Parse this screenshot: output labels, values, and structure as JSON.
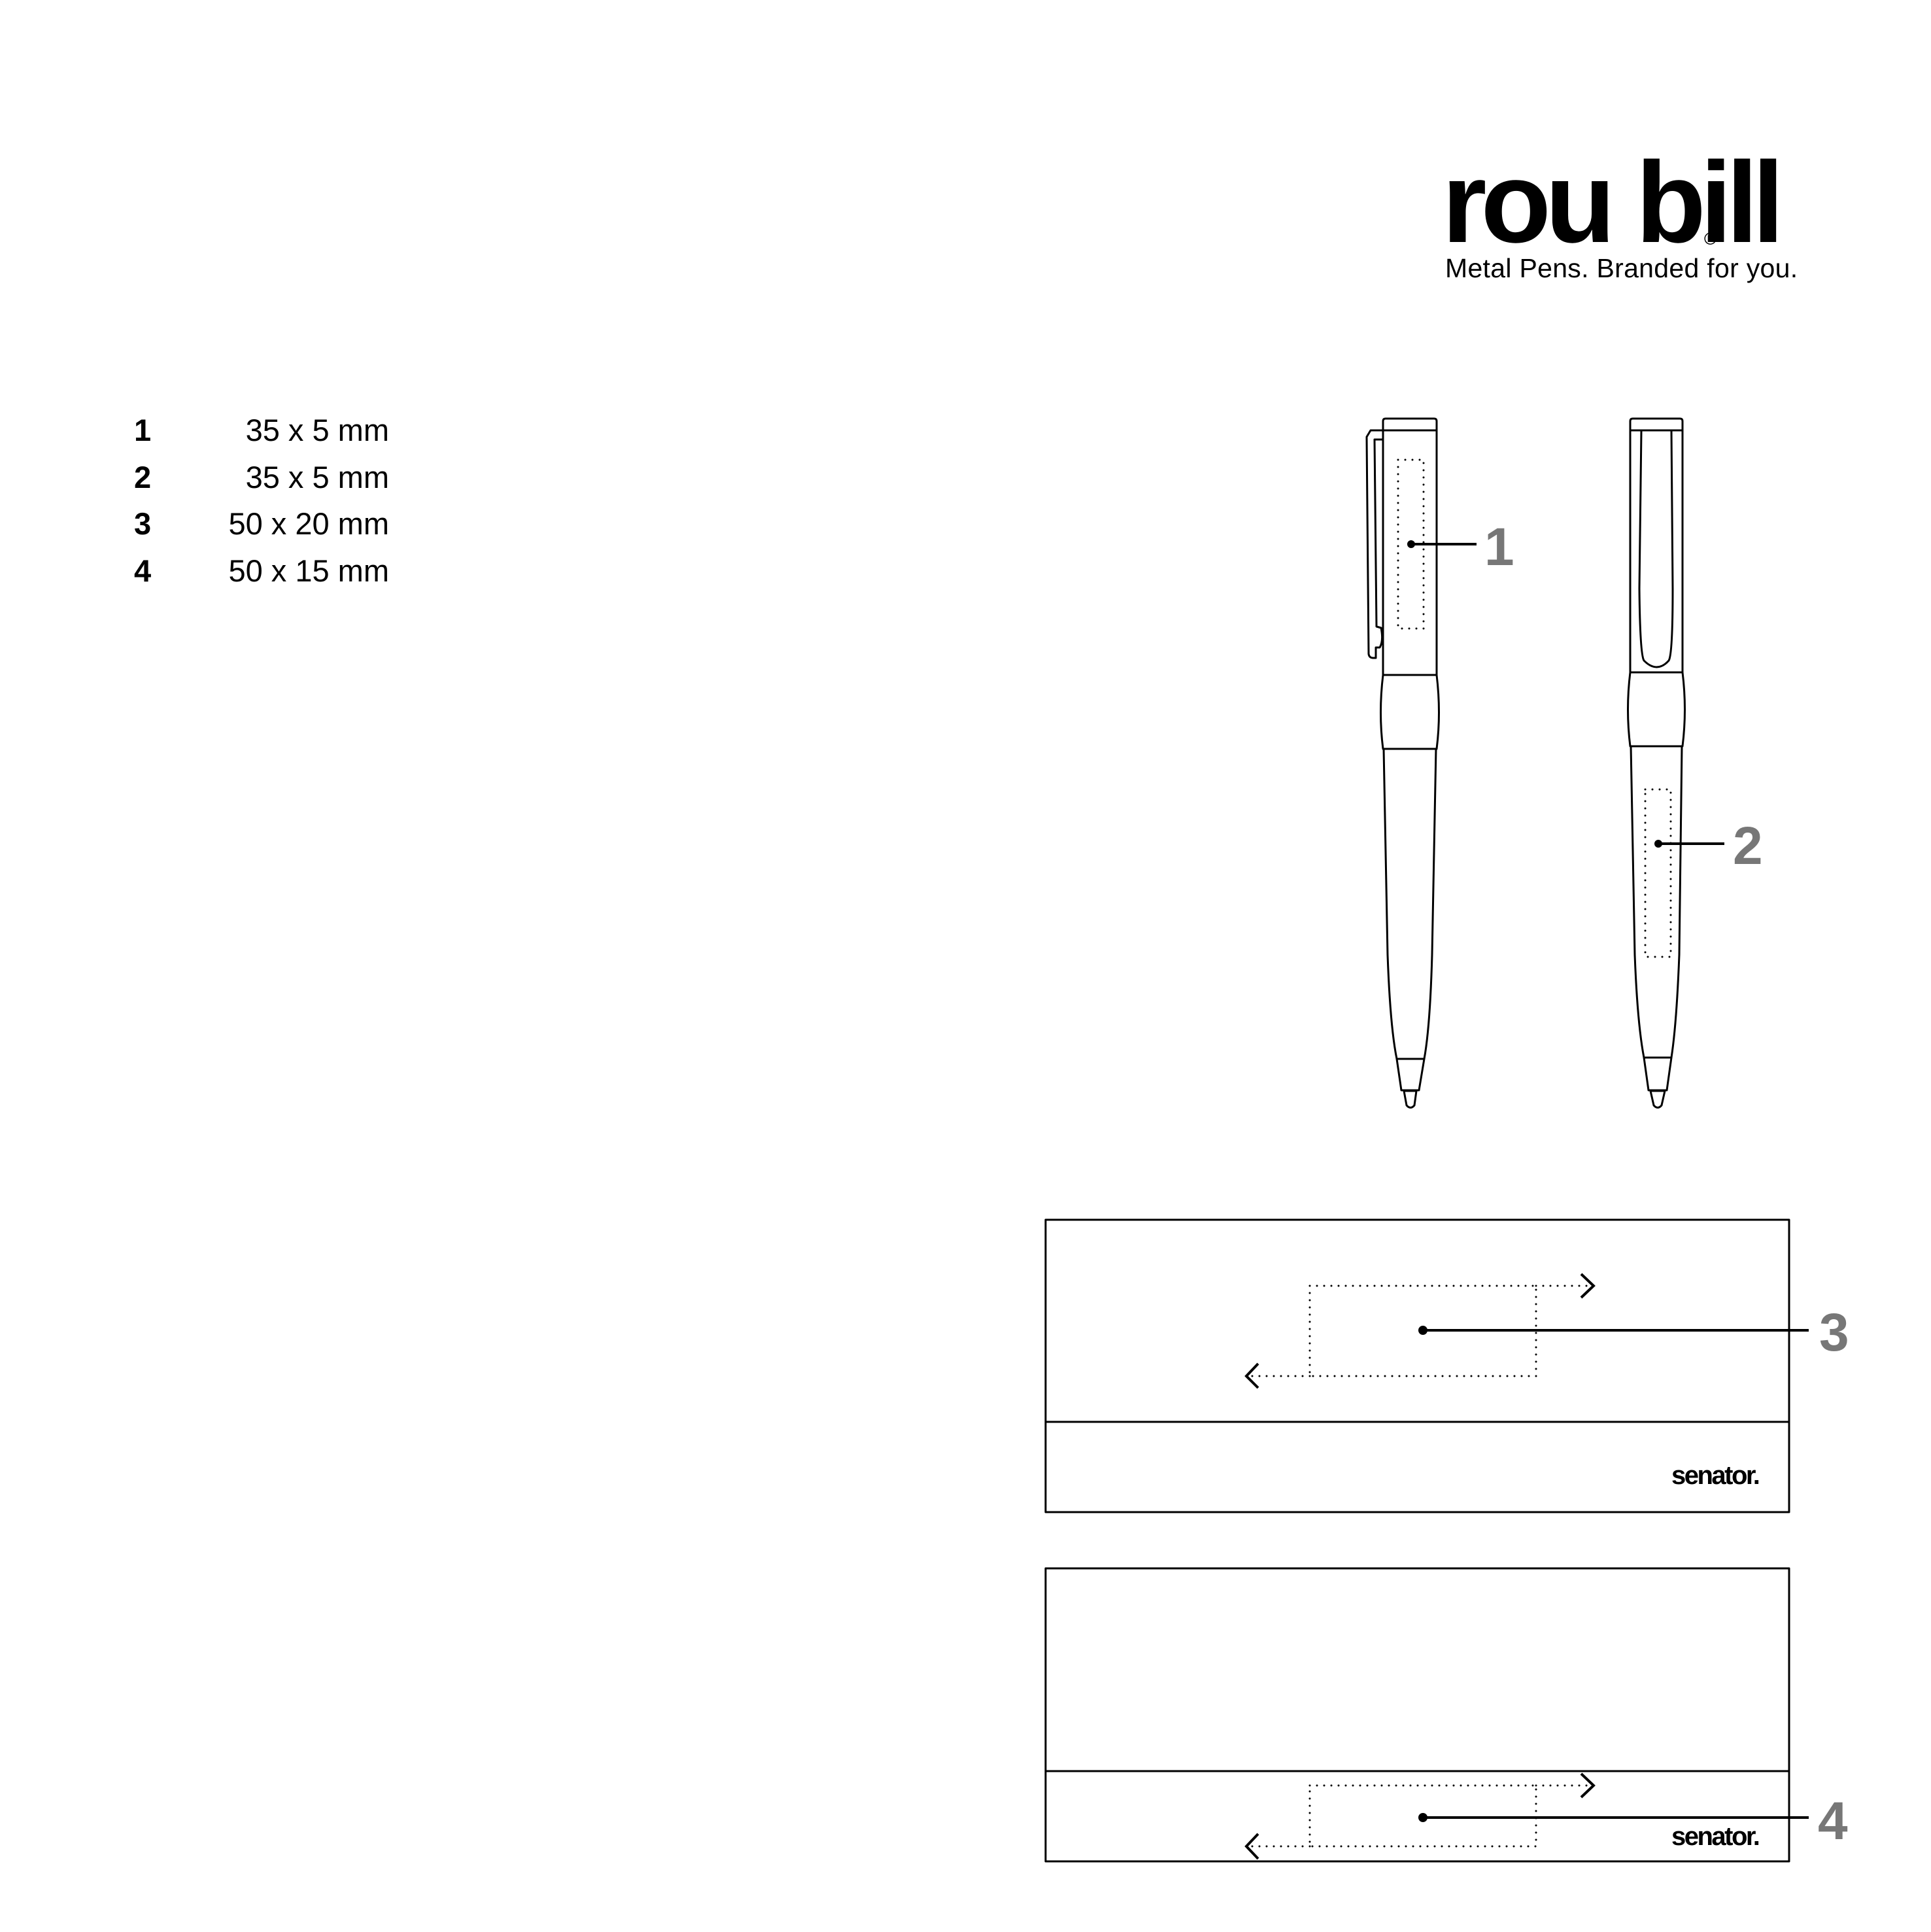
{
  "brand": {
    "name": "rou bill",
    "registered_mark": "®",
    "tagline": "Metal Pens. Branded for you."
  },
  "print_areas": [
    {
      "id": "1",
      "size": "35 x 5 mm"
    },
    {
      "id": "2",
      "size": "35 x 5 mm"
    },
    {
      "id": "3",
      "size": "50 x 20 mm"
    },
    {
      "id": "4",
      "size": "50 x 15 mm"
    }
  ],
  "callouts": {
    "pen_side": "1",
    "pen_front": "2",
    "box_lid": "3",
    "box_base": "4"
  },
  "packaging": {
    "box_top_logo": "senator.",
    "box_bottom_logo": "senator."
  },
  "colors": {
    "callout_gray": "#777777",
    "line": "#000000",
    "background": "#ffffff"
  }
}
